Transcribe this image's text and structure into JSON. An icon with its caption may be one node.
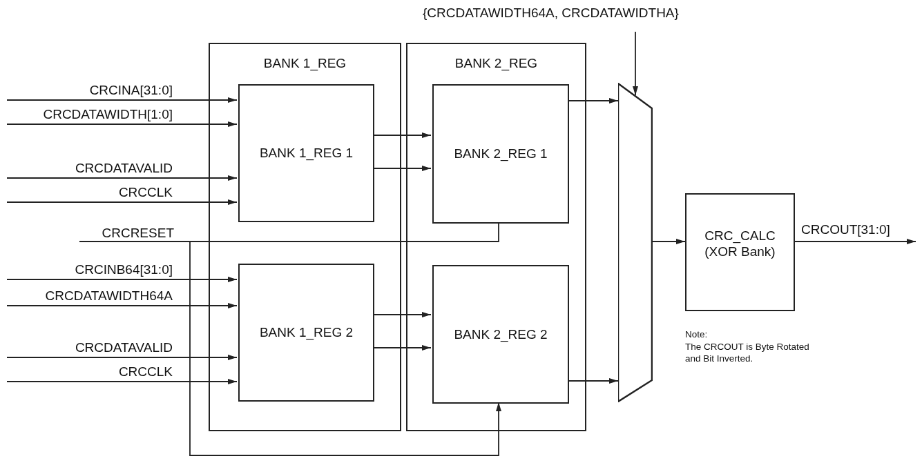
{
  "diagram": {
    "nodes": [
      {
        "text": [
          "BANK 1_REG"
        ]
      },
      {
        "text": [
          "BANK 1_REG 1"
        ],
        "in": 0
      },
      {
        "text": [
          "BANK 1_REG 2"
        ],
        "in": 0
      },
      {
        "text": [
          "BANK 2_REG"
        ]
      },
      {
        "text": [
          "BANK 2_REG 1"
        ],
        "in": 3
      },
      {
        "text": [
          "BANK 2_REG 2"
        ],
        "in": 3
      },
      {
        "text": [],
        "shape": "trapezoid"
      },
      {
        "text": [
          "CRC_CALC (XOR Bank)"
        ]
      },
      {
        "text": [
          "CRCRESET"
        ]
      }
    ],
    "edges": [
      {
        "from": null,
        "to": 1,
        "arrow": "to",
        "label": "CRCINA[31:0]"
      },
      {
        "from": null,
        "to": 1,
        "arrow": "to",
        "label": "CRCDATAWIDTH[1:0]"
      },
      {
        "from": null,
        "to": 1,
        "arrow": "to",
        "label": "CRCDATAVALID"
      },
      {
        "from": null,
        "to": 1,
        "arrow": "to",
        "label": "CRCCLK"
      },
      {
        "from": null,
        "to": 2,
        "arrow": "to",
        "label": "CRCINB64[31:0]"
      },
      {
        "from": null,
        "to": 2,
        "arrow": "to",
        "label": "CRCDATAWIDTH64A"
      },
      {
        "from": null,
        "to": 2,
        "arrow": "to",
        "label": "CRCDATAVALID"
      },
      {
        "from": null,
        "to": 2,
        "arrow": "to",
        "label": "CRCCLK"
      },
      {
        "from": 1,
        "to": 4,
        "arrow": "to"
      },
      {
        "from": 1,
        "to": 4,
        "arrow": "to"
      },
      {
        "from": 2,
        "to": 5,
        "arrow": "to"
      },
      {
        "from": 2,
        "to": 5,
        "arrow": "to"
      },
      {
        "from": 4,
        "to": 6,
        "arrow": "to"
      },
      {
        "from": 5,
        "to": 6,
        "arrow": "to"
      },
      {
        "from": null,
        "to": 6,
        "arrow": "to",
        "label": "{CRCDATAWIDTH64A, CRCDATAWIDTHA}"
      },
      {
        "from": 6,
        "to": 7,
        "arrow": "to"
      },
      {
        "from": 7,
        "to": null,
        "arrow": "to",
        "label": "CRCOUT[31:0]"
      },
      {
        "from": 8,
        "to": 4,
        "arrow": "none"
      },
      {
        "from": 8,
        "to": 5,
        "arrow": "to"
      }
    ],
    "labels": [
      "Note:",
      "The CRCOUT is Byte Rotated and Bit Inverted."
    ]
  }
}
